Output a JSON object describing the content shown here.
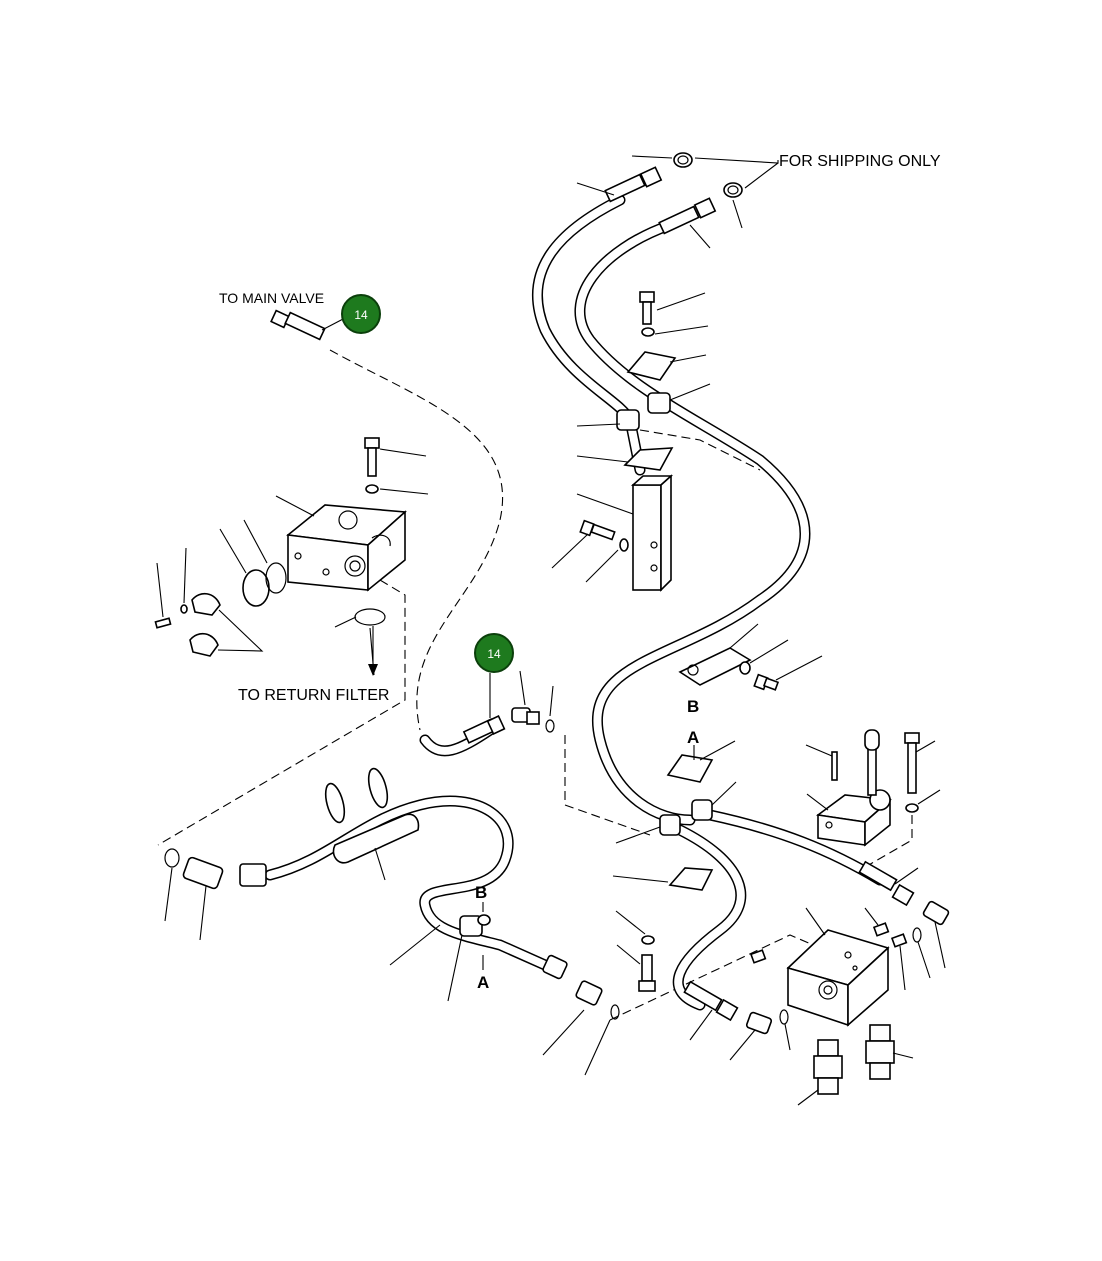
{
  "labels": {
    "for_shipping_only": "FOR SHIPPING ONLY",
    "to_main_valve": "TO MAIN VALVE",
    "to_return_filter": "TO RETURN FILTER"
  },
  "letters": {
    "b_upper": "B",
    "a_upper": "A",
    "b_lower": "B",
    "a_lower": "A"
  },
  "badges": {
    "badge_top": "14",
    "badge_middle": "14"
  },
  "colors": {
    "badge_fill": "#1e7a1e",
    "badge_stroke": "#0b3f0b"
  }
}
